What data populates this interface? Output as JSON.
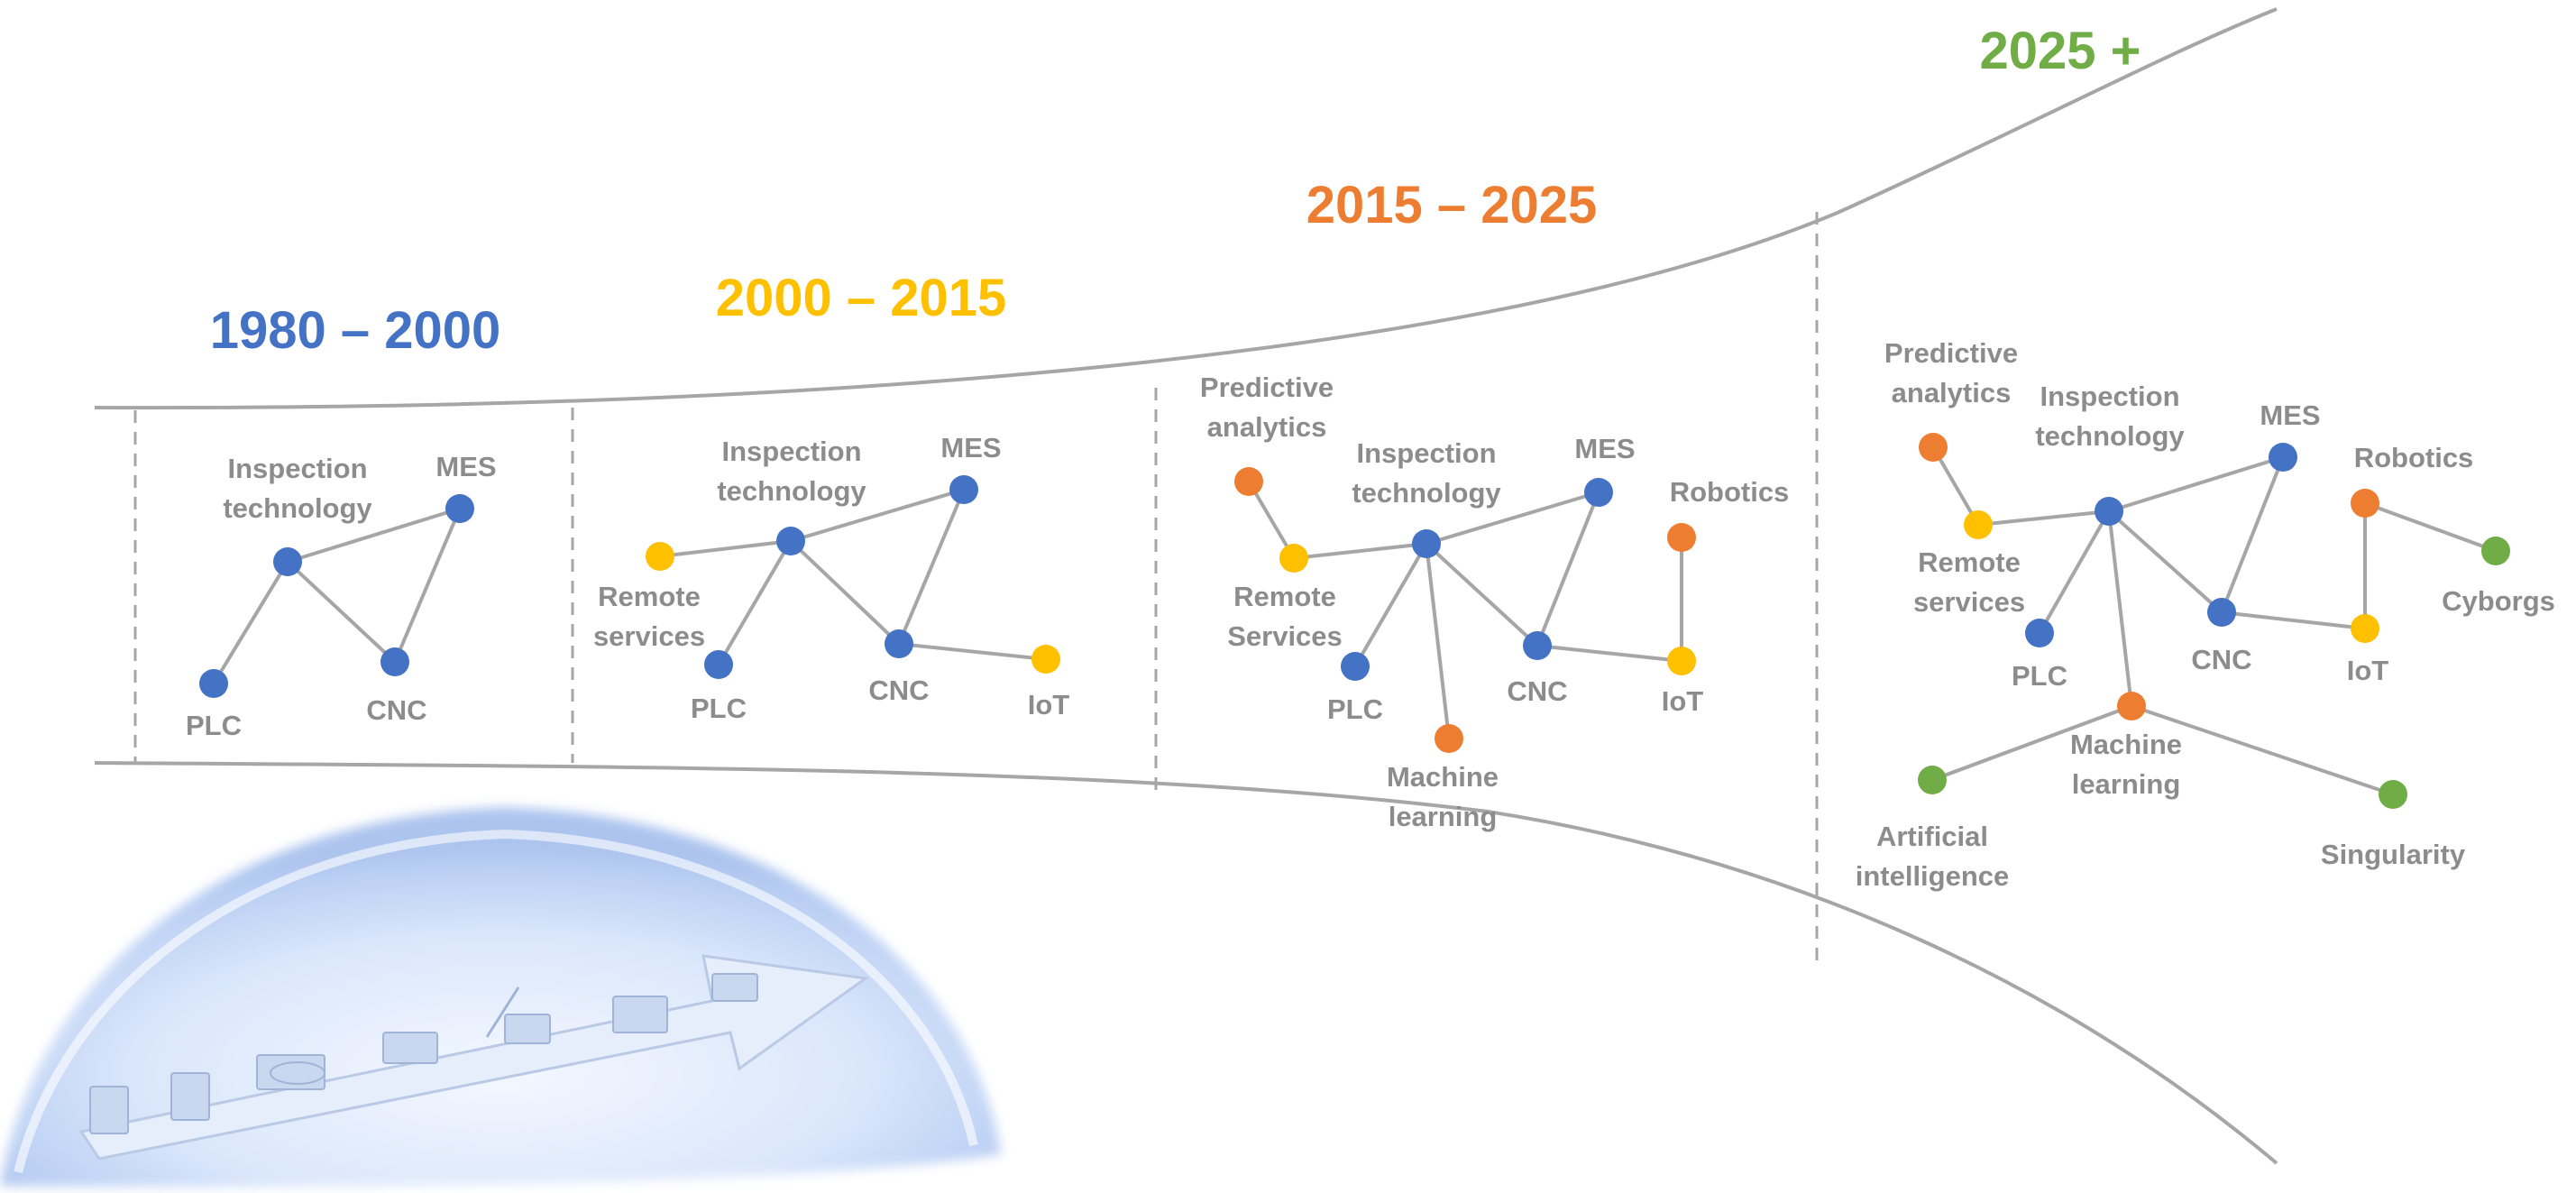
{
  "colors": {
    "blue": "#4472c4",
    "yellow": "#ffc000",
    "orange": "#ed7d31",
    "green": "#70ad47",
    "line": "#a6a6a6",
    "label": "#8c8c8c"
  },
  "eras": [
    {
      "key": "e1",
      "title": "1980 – 2000",
      "color_key": "blue"
    },
    {
      "key": "e2",
      "title": "2000 – 2015",
      "color_key": "yellow"
    },
    {
      "key": "e3",
      "title": "2015 – 2025",
      "color_key": "orange"
    },
    {
      "key": "e4",
      "title": "2025 +",
      "color_key": "green"
    }
  ],
  "panels": [
    {
      "key": "p1",
      "nodes": [
        {
          "id": "insp",
          "label": "Inspection|technology",
          "color_key": "blue"
        },
        {
          "id": "mes",
          "label": "MES",
          "color_key": "blue"
        },
        {
          "id": "plc",
          "label": "PLC",
          "color_key": "blue"
        },
        {
          "id": "cnc",
          "label": "CNC",
          "color_key": "blue"
        }
      ],
      "edges": [
        [
          "insp",
          "mes"
        ],
        [
          "insp",
          "plc"
        ],
        [
          "insp",
          "cnc"
        ],
        [
          "mes",
          "cnc"
        ]
      ]
    },
    {
      "key": "p2",
      "nodes": [
        {
          "id": "remote",
          "label": "Remote|services",
          "color_key": "yellow"
        },
        {
          "id": "insp",
          "label": "Inspection|technology",
          "color_key": "blue"
        },
        {
          "id": "mes",
          "label": "MES",
          "color_key": "blue"
        },
        {
          "id": "plc",
          "label": "PLC",
          "color_key": "blue"
        },
        {
          "id": "cnc",
          "label": "CNC",
          "color_key": "blue"
        },
        {
          "id": "iot",
          "label": "IoT",
          "color_key": "yellow"
        }
      ],
      "edges": [
        [
          "remote",
          "insp"
        ],
        [
          "insp",
          "mes"
        ],
        [
          "insp",
          "plc"
        ],
        [
          "insp",
          "cnc"
        ],
        [
          "mes",
          "cnc"
        ],
        [
          "cnc",
          "iot"
        ]
      ]
    },
    {
      "key": "p3",
      "nodes": [
        {
          "id": "pred",
          "label": "Predictive|analytics",
          "color_key": "orange"
        },
        {
          "id": "remote",
          "label": "Remote|Services",
          "color_key": "yellow"
        },
        {
          "id": "insp",
          "label": "Inspection|technology",
          "color_key": "blue"
        },
        {
          "id": "mes",
          "label": "MES",
          "color_key": "blue"
        },
        {
          "id": "plc",
          "label": "PLC",
          "color_key": "blue"
        },
        {
          "id": "cnc",
          "label": "CNC",
          "color_key": "blue"
        },
        {
          "id": "ml",
          "label": "Machine|learning",
          "color_key": "orange"
        },
        {
          "id": "rob",
          "label": "Robotics",
          "color_key": "orange"
        },
        {
          "id": "iot",
          "label": "IoT",
          "color_key": "yellow"
        }
      ],
      "edges": [
        [
          "pred",
          "remote"
        ],
        [
          "remote",
          "insp"
        ],
        [
          "insp",
          "mes"
        ],
        [
          "insp",
          "plc"
        ],
        [
          "insp",
          "cnc"
        ],
        [
          "insp",
          "ml"
        ],
        [
          "mes",
          "cnc"
        ],
        [
          "cnc",
          "iot"
        ],
        [
          "rob",
          "iot"
        ]
      ]
    },
    {
      "key": "p4",
      "nodes": [
        {
          "id": "pred",
          "label": "Predictive|analytics",
          "color_key": "orange"
        },
        {
          "id": "remote",
          "label": "Remote|services",
          "color_key": "yellow"
        },
        {
          "id": "insp",
          "label": "Inspection|technology",
          "color_key": "blue"
        },
        {
          "id": "mes",
          "label": "MES",
          "color_key": "blue"
        },
        {
          "id": "plc",
          "label": "PLC",
          "color_key": "blue"
        },
        {
          "id": "cnc",
          "label": "CNC",
          "color_key": "blue"
        },
        {
          "id": "rob",
          "label": "Robotics",
          "color_key": "orange"
        },
        {
          "id": "iot",
          "label": "IoT",
          "color_key": "yellow"
        },
        {
          "id": "cyb",
          "label": "Cyborgs",
          "color_key": "green"
        },
        {
          "id": "ml",
          "label": "Machine|learning",
          "color_key": "orange"
        },
        {
          "id": "ai",
          "label": "Artificial|intelligence",
          "color_key": "green"
        },
        {
          "id": "sing",
          "label": "Singularity",
          "color_key": "green"
        }
      ],
      "edges": [
        [
          "pred",
          "remote"
        ],
        [
          "remote",
          "insp"
        ],
        [
          "insp",
          "mes"
        ],
        [
          "insp",
          "plc"
        ],
        [
          "insp",
          "cnc"
        ],
        [
          "insp",
          "ml"
        ],
        [
          "mes",
          "cnc"
        ],
        [
          "cnc",
          "iot"
        ],
        [
          "rob",
          "iot"
        ],
        [
          "rob",
          "cyb"
        ],
        [
          "ml",
          "ai"
        ],
        [
          "ml",
          "sing"
        ]
      ]
    }
  ]
}
